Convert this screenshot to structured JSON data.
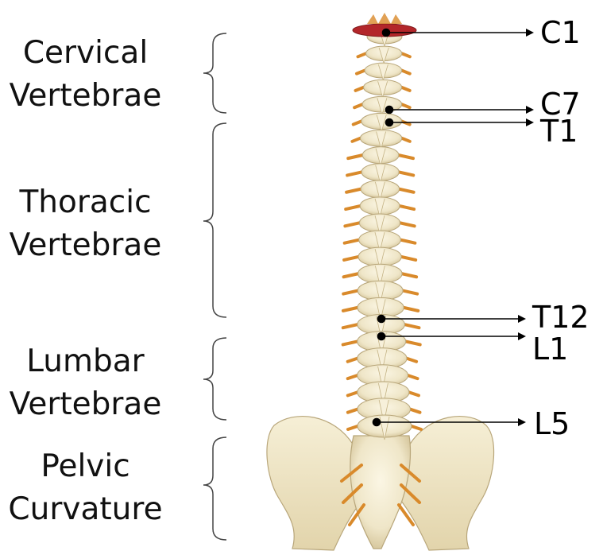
{
  "regions": [
    {
      "line1": "Cervical",
      "line2": "Vertebrae"
    },
    {
      "line1": "Thoracic",
      "line2": "Vertebrae"
    },
    {
      "line1": "Lumbar",
      "line2": "Vertebrae"
    },
    {
      "line1": "Pelvic",
      "line2": "Curvature"
    }
  ],
  "vertebra_labels": [
    "C1",
    "C7",
    "T1",
    "T12",
    "L1",
    "L5"
  ],
  "colors": {
    "bone": "#efe6c8",
    "bone_shadow": "#c9b88e",
    "nerve": "#d98a2b",
    "atlas_red": "#b3262a",
    "line": "#000000"
  }
}
